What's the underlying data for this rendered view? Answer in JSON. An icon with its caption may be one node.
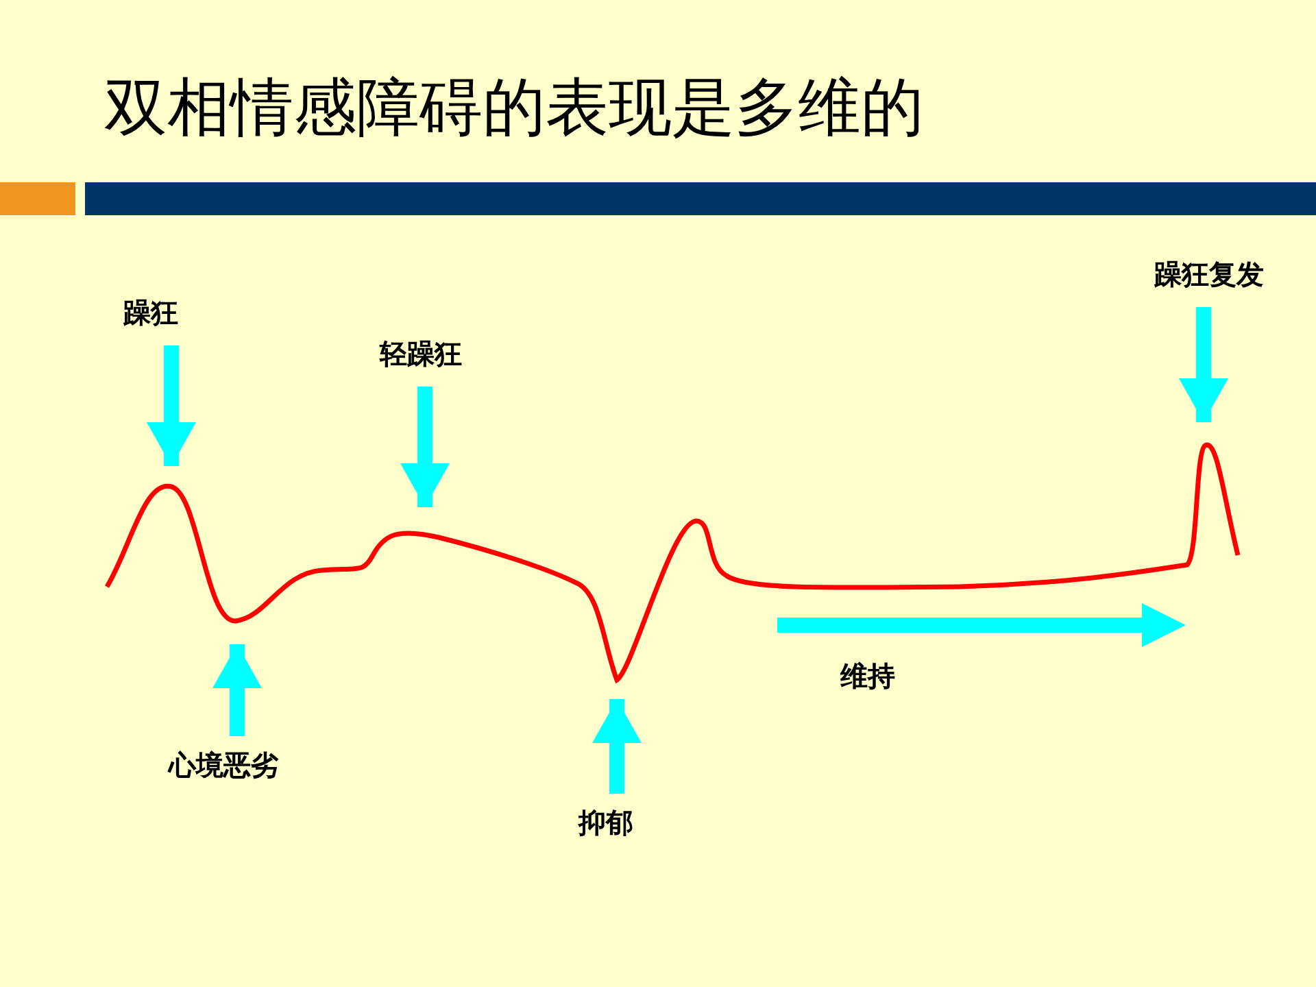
{
  "diagram": {
    "title": "双相情感障碍的表现是多维的",
    "nodes": [
      {
        "text": [
          "躁狂"
        ]
      },
      {
        "text": [
          "轻躁狂"
        ]
      },
      {
        "text": [
          "躁狂复发"
        ]
      },
      {
        "text": [
          "心境恶劣"
        ]
      },
      {
        "text": [
          "抑郁"
        ]
      }
    ],
    "edges": [
      {
        "from": 0,
        "to": null,
        "arrow": "to"
      },
      {
        "from": 1,
        "to": null,
        "arrow": "to"
      },
      {
        "from": 2,
        "to": null,
        "arrow": "to"
      },
      {
        "from": 3,
        "to": null,
        "arrow": "to"
      },
      {
        "from": 4,
        "to": null,
        "arrow": "to"
      }
    ],
    "labels": [
      "维持"
    ]
  }
}
